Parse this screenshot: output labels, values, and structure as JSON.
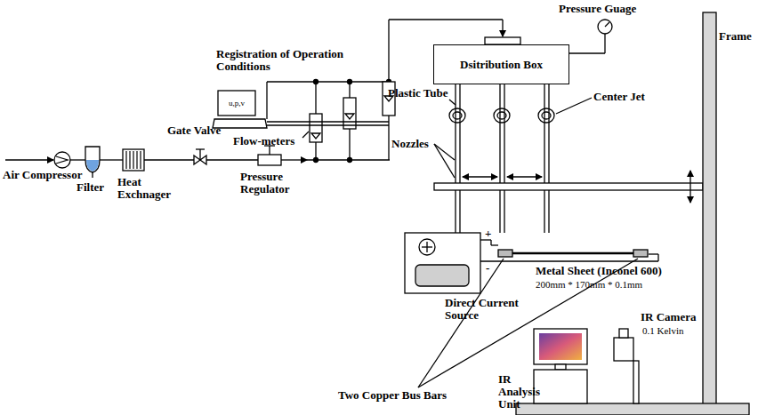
{
  "diagram": {
    "nodes": [
      {
        "text": [
          "u,p,v"
        ]
      },
      {
        "text": [
          "Dsitribution Box"
        ]
      }
    ],
    "labels": [
      "Pressure Guage",
      "Registration of Operation Conditions",
      "Flow-meters",
      "Gate Valve",
      "Air Compressor",
      "Filter",
      "Heat Exchnager",
      "Pressure Regulator",
      "Plastic Tube",
      "Center Jet",
      "Nozzles",
      "Frame",
      "+",
      "-",
      "Metal Sheet (Inconel 600)",
      "200mm * 170mm * 0.1mm",
      "Direct Current Source",
      "Two Copper Bus Bars",
      "IR Analysis Unit",
      "IR Camera",
      "0.1 Kelvin"
    ]
  }
}
